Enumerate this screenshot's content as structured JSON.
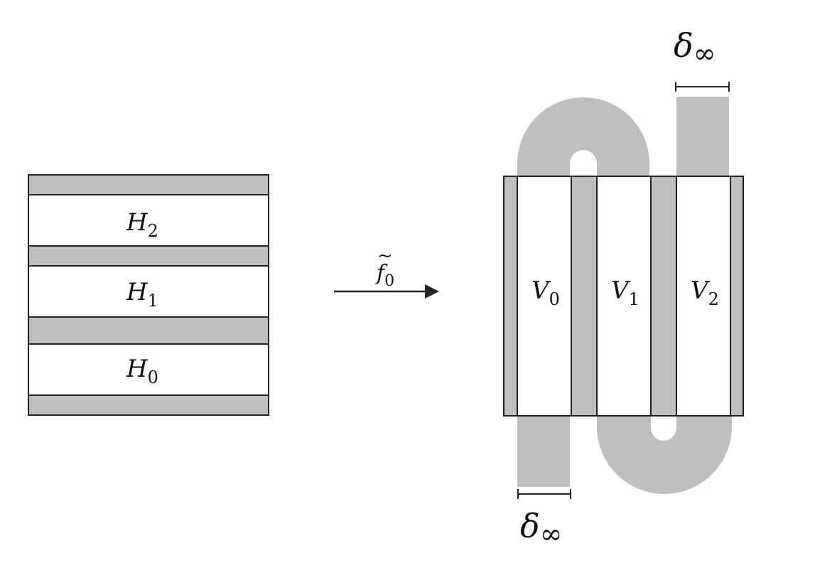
{
  "colors": {
    "band_fill": "#bfbfbf",
    "outline": "#222222",
    "background": "#ffffff",
    "white_block": "#ffffff"
  },
  "left_stack": {
    "blocks": [
      {
        "base": "H",
        "sub": "2"
      },
      {
        "base": "H",
        "sub": "1"
      },
      {
        "base": "H",
        "sub": "0"
      }
    ]
  },
  "map": {
    "base": "f",
    "sub": "0",
    "accent": "~",
    "arrow_icon": "right-arrow"
  },
  "right_stack": {
    "blocks": [
      {
        "base": "V",
        "sub": "0"
      },
      {
        "base": "V",
        "sub": "1"
      },
      {
        "base": "V",
        "sub": "2"
      }
    ]
  },
  "delta_top": {
    "base": "δ",
    "sub": "∞"
  },
  "delta_bottom": {
    "base": "δ",
    "sub": "∞"
  }
}
